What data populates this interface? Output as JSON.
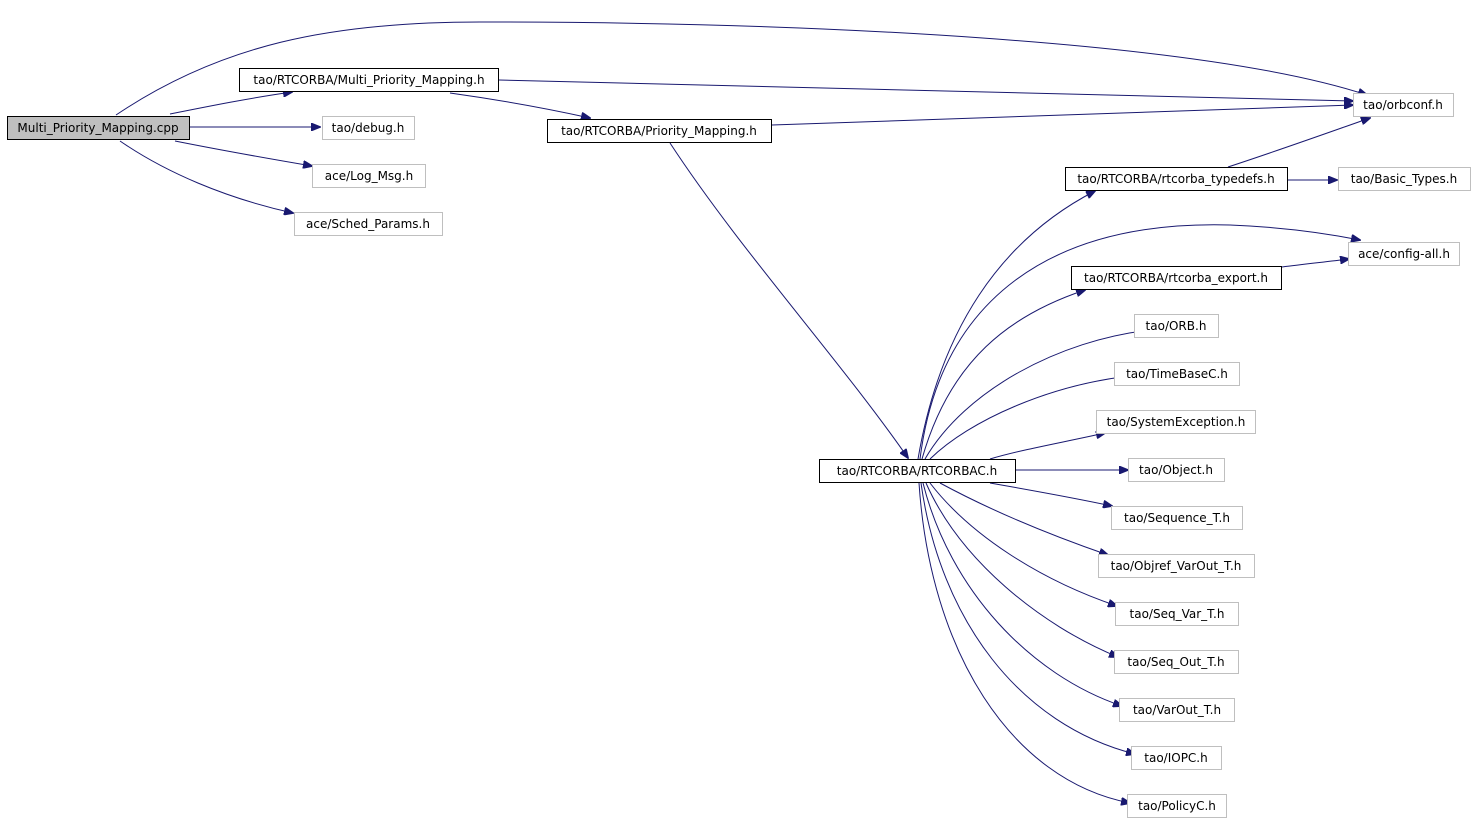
{
  "nodes": {
    "multi_priority_mapping_cpp": "Multi_Priority_Mapping.cpp",
    "multi_priority_mapping_h": "tao/RTCORBA/Multi_Priority_Mapping.h",
    "debug_h": "tao/debug.h",
    "log_msg_h": "ace/Log_Msg.h",
    "sched_params_h": "ace/Sched_Params.h",
    "priority_mapping_h": "tao/RTCORBA/Priority_Mapping.h",
    "orbconf_h": "tao/orbconf.h",
    "rtcorba_typedefs_h": "tao/RTCORBA/rtcorba_typedefs.h",
    "basic_types_h": "tao/Basic_Types.h",
    "config_all_h": "ace/config-all.h",
    "rtcorba_export_h": "tao/RTCORBA/rtcorba_export.h",
    "orb_h": "tao/ORB.h",
    "timebasec_h": "tao/TimeBaseC.h",
    "systemexception_h": "tao/SystemException.h",
    "rtcorbac_h": "tao/RTCORBA/RTCORBAC.h",
    "object_h": "tao/Object.h",
    "sequence_t_h": "tao/Sequence_T.h",
    "objref_varout_t_h": "tao/Objref_VarOut_T.h",
    "seq_var_t_h": "tao/Seq_Var_T.h",
    "seq_out_t_h": "tao/Seq_Out_T.h",
    "varout_t_h": "tao/VarOut_T.h",
    "iopc_h": "tao/IOPC.h",
    "policyc_h": "tao/PolicyC.h"
  },
  "colors": {
    "edge": "#191970",
    "root_fill": "#bfbfbf",
    "linked_border": "#000000",
    "leaf_border": "#bfbfbf"
  }
}
